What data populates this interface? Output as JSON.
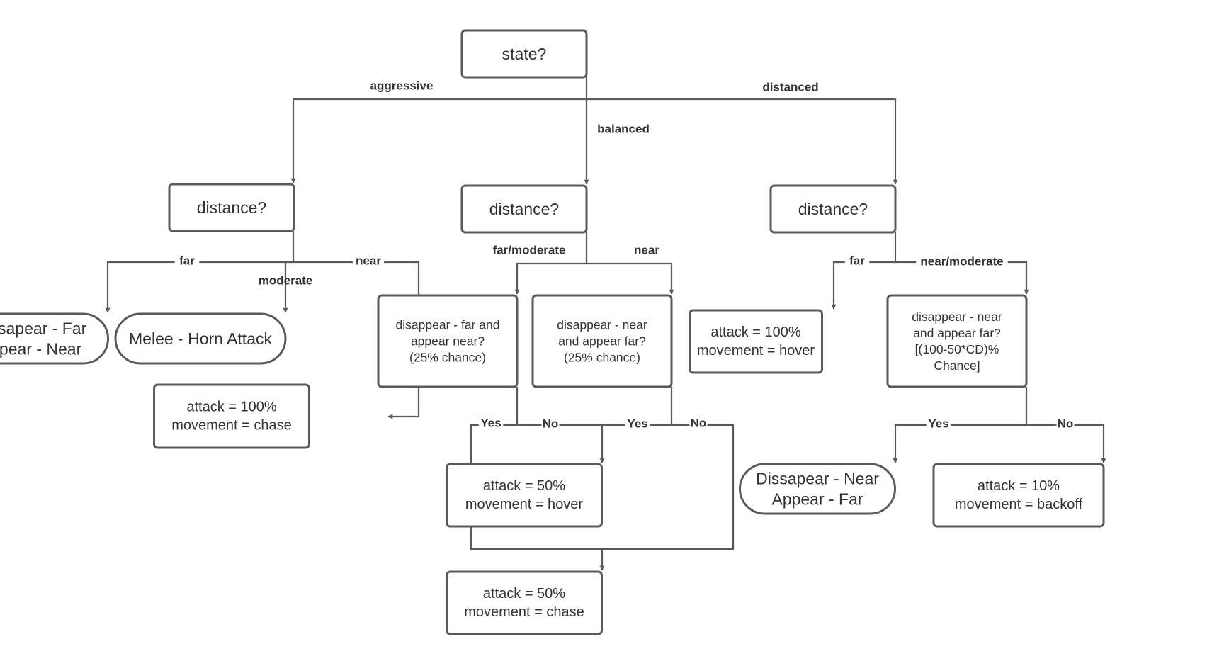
{
  "colors": {
    "stroke": "#5a5a5a",
    "text": "#333333",
    "background": "#ffffff"
  },
  "nodes": {
    "state": "state?",
    "distance_aggressive": "distance?",
    "distance_balanced": "distance?",
    "distance_distanced": "distance?",
    "dissapear_far_appear_near": [
      "Dissapear - Far",
      "Appear - Near"
    ],
    "melee_horn_attack": [
      "Melee - Horn Attack"
    ],
    "aggressive_near_action": [
      "attack = 100%",
      "movement = chase"
    ],
    "disappear_far_question": [
      "disappear - far and",
      "appear near?",
      "(25% chance)"
    ],
    "disappear_near_question_balanced": [
      "disappear - near",
      "and appear far?",
      "(25% chance)"
    ],
    "balanced_hover_action": [
      "attack = 50%",
      "movement = hover"
    ],
    "balanced_chase_action": [
      "attack = 50%",
      "movement = chase"
    ],
    "distanced_far_action": [
      "attack = 100%",
      "movement = hover"
    ],
    "disappear_near_question_distanced": [
      "disappear - near",
      "and appear far?",
      "[(100-50*CD)%",
      "Chance]"
    ],
    "dissapear_near_appear_far": [
      "Dissapear - Near",
      "Appear - Far"
    ],
    "backoff_action": [
      "attack = 10%",
      "movement = backoff"
    ]
  },
  "edge_labels": {
    "aggressive": "aggressive",
    "balanced": "balanced",
    "distanced": "distanced",
    "agg_far": "far",
    "agg_moderate": "moderate",
    "agg_near": "near",
    "bal_far_moderate": "far/moderate",
    "bal_near": "near",
    "bal_q1_yes": "Yes",
    "bal_q1_no": "No",
    "bal_q2_yes": "Yes",
    "bal_q2_no": "No",
    "dist_far": "far",
    "dist_near_moderate": "near/moderate",
    "dist_q_yes": "Yes",
    "dist_q_no": "No"
  }
}
